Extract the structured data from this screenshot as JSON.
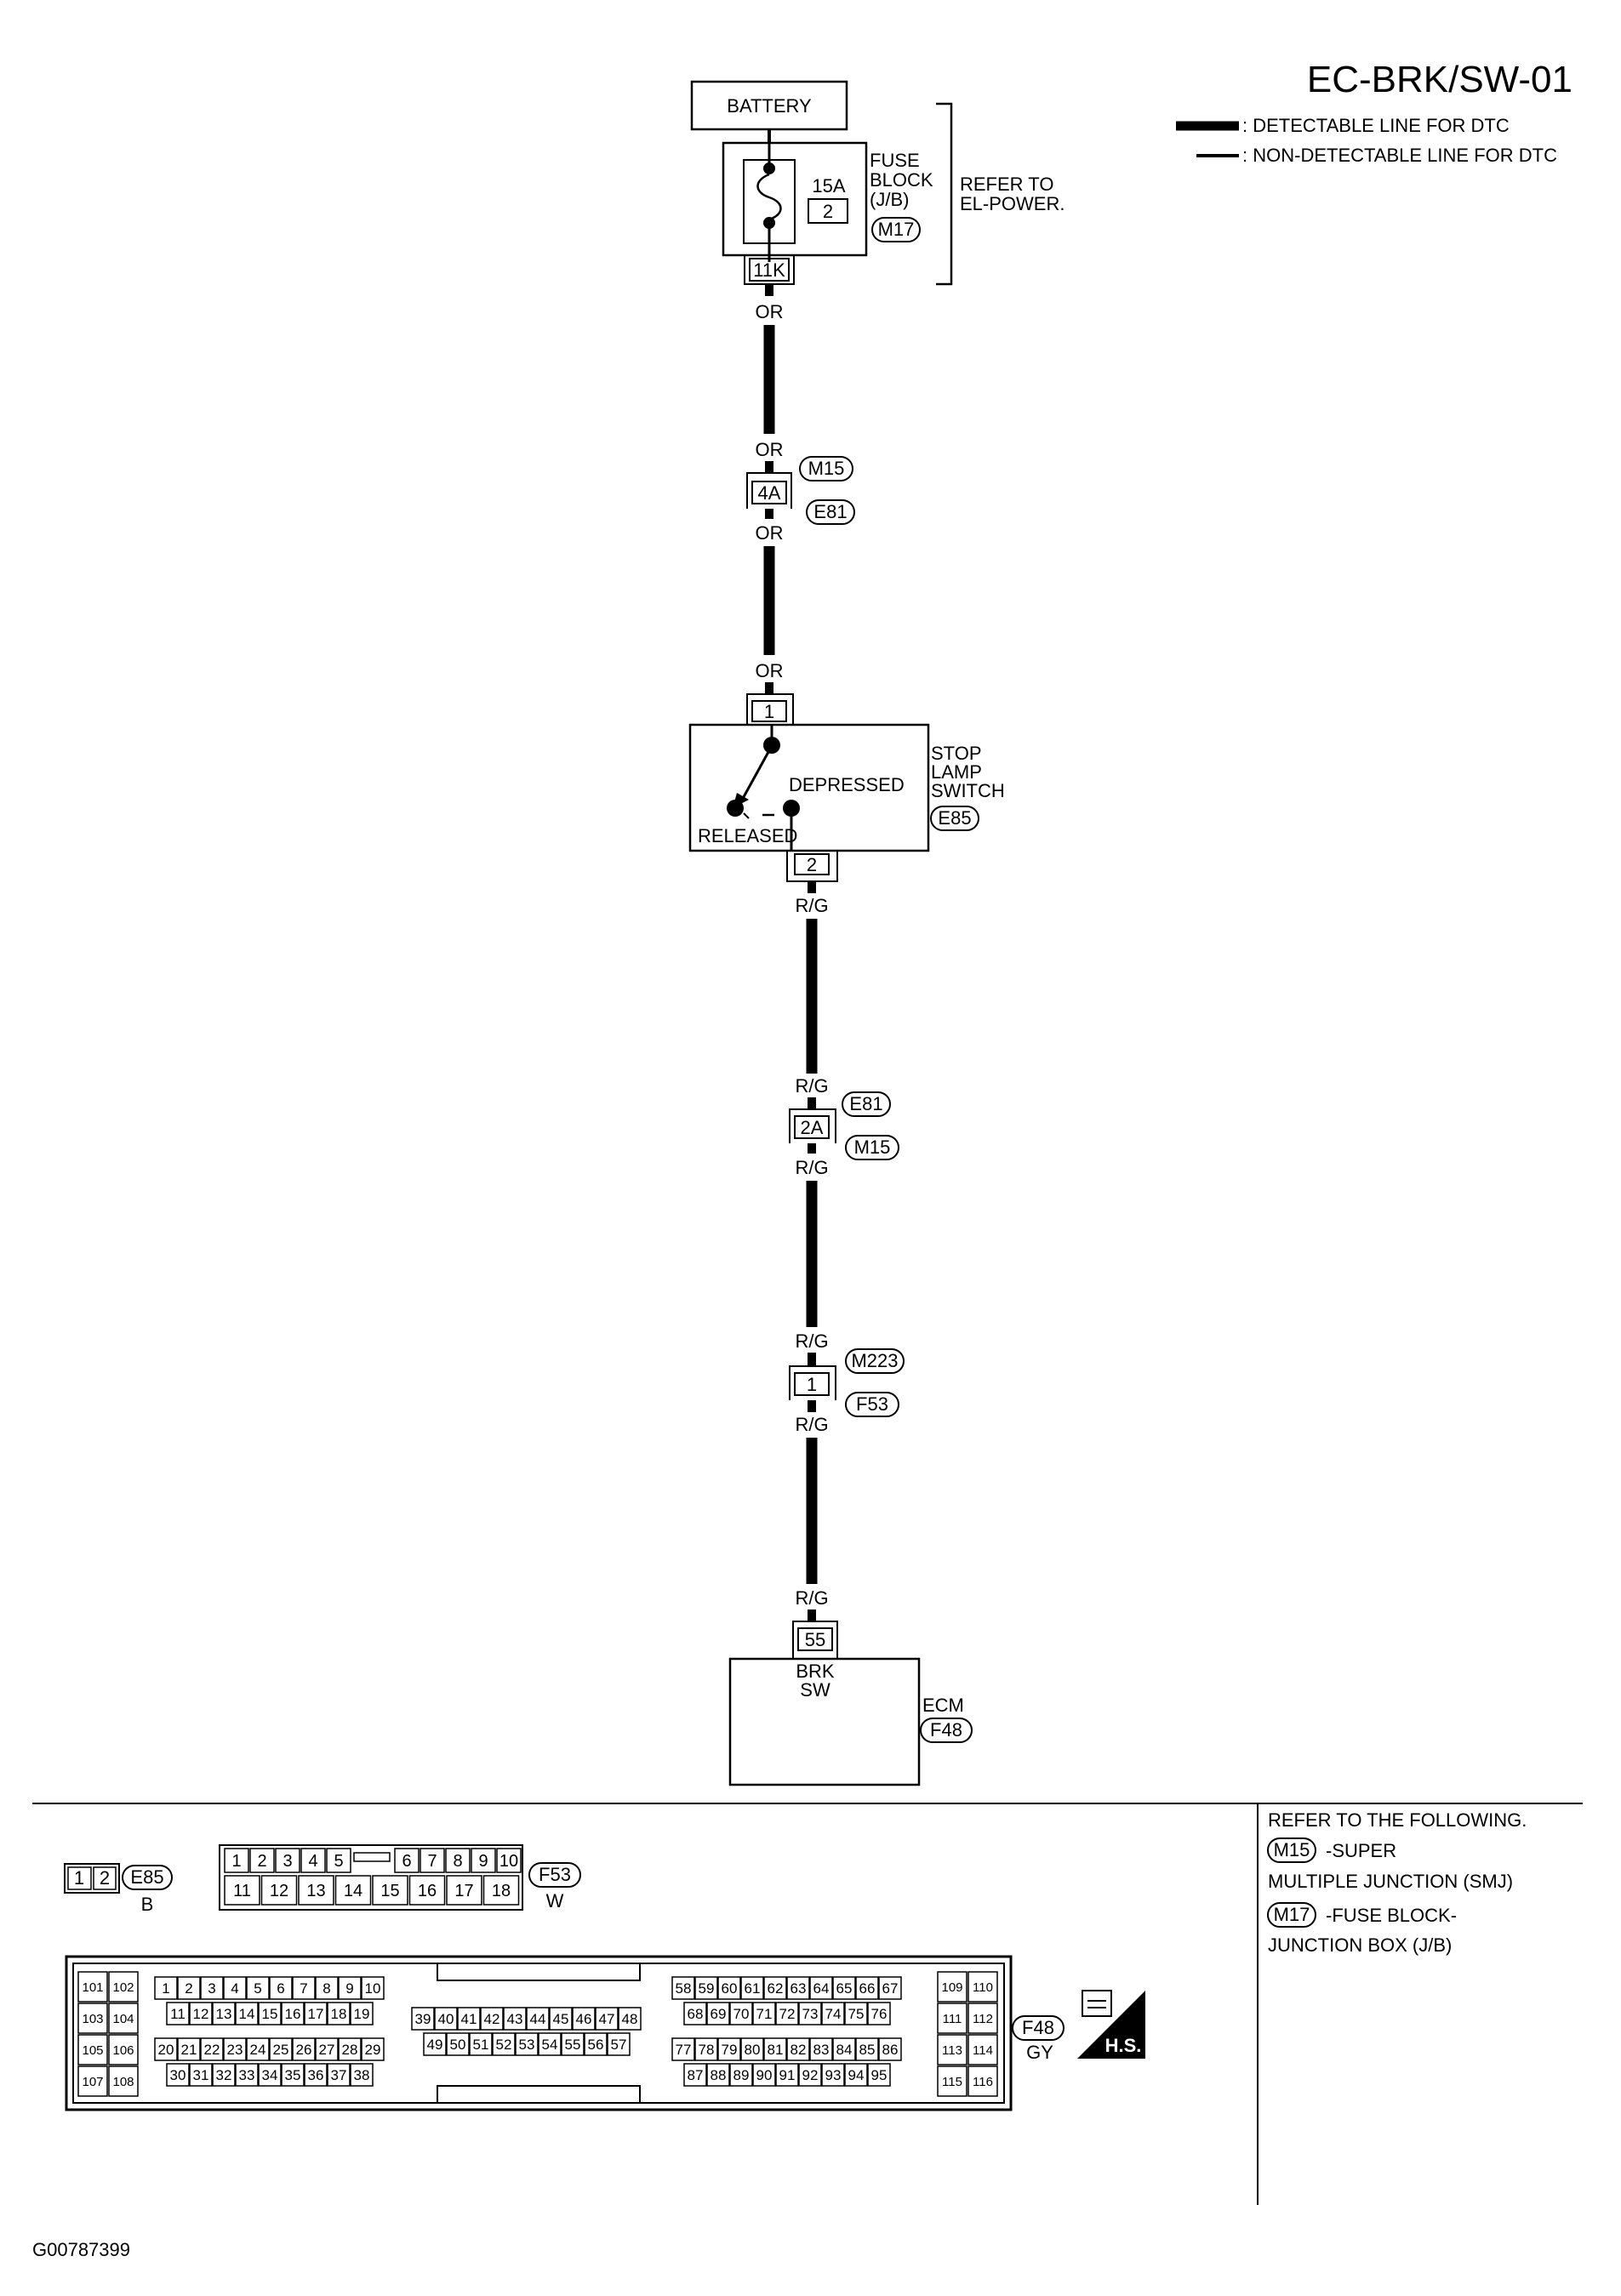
{
  "title": "EC-BRK/SW-01",
  "legend": {
    "detectable": ": DETECTABLE LINE FOR DTC",
    "non_detectable": ": NON-DETECTABLE LINE FOR DTC"
  },
  "battery": "BATTERY",
  "fuse": {
    "rating": "15A",
    "number": "2",
    "block_lines": [
      "FUSE",
      "BLOCK",
      "(J/B)"
    ],
    "connector": "M17",
    "terminal": "11K",
    "refer_lines": [
      "REFER TO",
      "EL-POWER."
    ]
  },
  "wire_colors": {
    "upper": "OR",
    "lower": "R/G"
  },
  "junction_4a": {
    "terminal": "4A",
    "connector_top": "M15",
    "connector_bottom": "E81"
  },
  "stop_lamp_switch": {
    "label_lines": [
      "STOP",
      "LAMP",
      "SWITCH"
    ],
    "connector": "E85",
    "terminal_in": "1",
    "terminal_out": "2",
    "depressed": "DEPRESSED",
    "released": "RELEASED"
  },
  "junction_2a": {
    "terminal": "2A",
    "connector_top": "E81",
    "connector_bottom": "M15"
  },
  "junction_1": {
    "terminal": "1",
    "connector_top": "M223",
    "connector_bottom": "F53"
  },
  "ecm": {
    "terminal": "55",
    "pin_lines": [
      "BRK",
      "SW"
    ],
    "label": "ECM",
    "connector": "F48"
  },
  "connector_views": {
    "e85": {
      "id": "E85",
      "color": "B",
      "pins": [
        "1",
        "2"
      ]
    },
    "f53": {
      "id": "F53",
      "color": "W",
      "row1a": [
        "1",
        "2",
        "3",
        "4",
        "5"
      ],
      "row1b": [
        "6",
        "7",
        "8",
        "9",
        "10"
      ],
      "row2": [
        "11",
        "12",
        "13",
        "14",
        "15",
        "16",
        "17",
        "18"
      ]
    },
    "f48": {
      "id": "F48",
      "color": "GY",
      "left": [
        "101",
        "102",
        "103",
        "104",
        "105",
        "106",
        "107",
        "108"
      ],
      "g1": [
        "1",
        "2",
        "3",
        "4",
        "5",
        "6",
        "7",
        "8",
        "9",
        "10"
      ],
      "g2": [
        "11",
        "12",
        "13",
        "14",
        "15",
        "16",
        "17",
        "18",
        "19"
      ],
      "g3": [
        "20",
        "21",
        "22",
        "23",
        "24",
        "25",
        "26",
        "27",
        "28",
        "29"
      ],
      "g4": [
        "30",
        "31",
        "32",
        "33",
        "34",
        "35",
        "36",
        "37",
        "38"
      ],
      "g5": [
        "39",
        "40",
        "41",
        "42",
        "43",
        "44",
        "45",
        "46",
        "47",
        "48"
      ],
      "g6": [
        "49",
        "50",
        "51",
        "52",
        "53",
        "54",
        "55",
        "56",
        "57"
      ],
      "g7": [
        "58",
        "59",
        "60",
        "61",
        "62",
        "63",
        "64",
        "65",
        "66",
        "67"
      ],
      "g8": [
        "68",
        "69",
        "70",
        "71",
        "72",
        "73",
        "74",
        "75",
        "76"
      ],
      "g9": [
        "77",
        "78",
        "79",
        "80",
        "81",
        "82",
        "83",
        "84",
        "85",
        "86"
      ],
      "g10": [
        "87",
        "88",
        "89",
        "90",
        "91",
        "92",
        "93",
        "94",
        "95"
      ],
      "right": [
        "109",
        "110",
        "111",
        "112",
        "113",
        "114",
        "115",
        "116"
      ],
      "hs": "H.S."
    }
  },
  "refer_following": {
    "heading": "REFER TO THE FOLLOWING.",
    "m15": "M15",
    "m15_text": "-SUPER",
    "m15_text2": "MULTIPLE JUNCTION (SMJ)",
    "m17": "M17",
    "m17_text": "-FUSE BLOCK-",
    "m17_text2": "JUNCTION BOX (J/B)"
  },
  "code": "G00787399"
}
